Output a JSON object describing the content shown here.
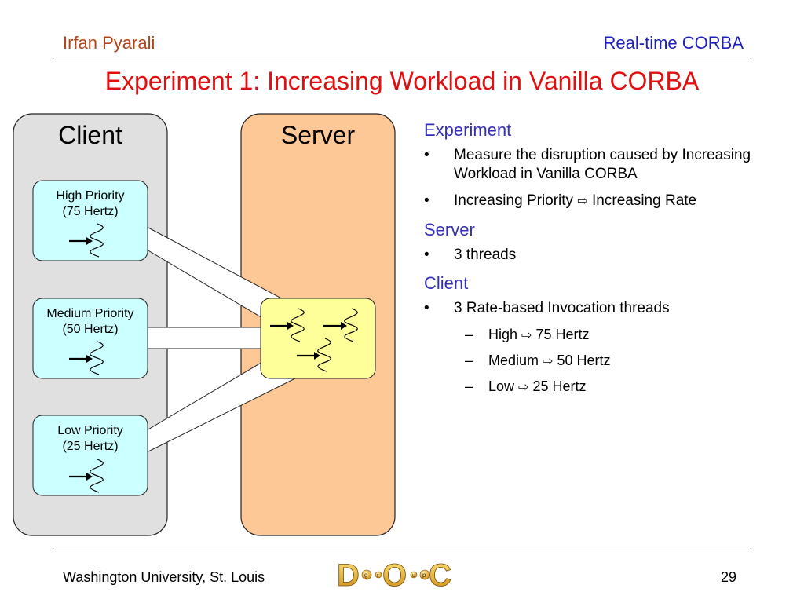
{
  "header": {
    "author": "Irfan Pyarali",
    "topic": "Real-time CORBA"
  },
  "title": "Experiment 1: Increasing Workload in Vanilla CORBA",
  "diagram": {
    "client_label": "Client",
    "server_label": "Server",
    "client_threads": [
      {
        "line1": "High Priority",
        "line2": "(75 Hertz)"
      },
      {
        "line1": "Medium Priority",
        "line2": "(50 Hertz)"
      },
      {
        "line1": "Low Priority",
        "line2": "(25 Hertz)"
      }
    ],
    "colors": {
      "client_panel": "#e0e0e0",
      "server_panel": "#fdc796",
      "thread_box": "#ccffff",
      "server_pool": "#ffff99"
    }
  },
  "sections": [
    {
      "heading": "Experiment",
      "bullets": [
        {
          "text": "Measure the disruption caused by Increasing Workload in Vanilla CORBA"
        },
        {
          "text_a": "Increasing Priority",
          "text_b": "Increasing Rate"
        }
      ]
    },
    {
      "heading": "Server",
      "bullets": [
        {
          "text": "3 threads"
        }
      ]
    },
    {
      "heading": "Client",
      "bullets": [
        {
          "text": "3 Rate-based Invocation threads"
        }
      ],
      "sub_bullets": [
        {
          "label": "High",
          "value": "75 Hertz"
        },
        {
          "label": "Medium",
          "value": "50 Hertz"
        },
        {
          "label": "Low",
          "value": "25 Hertz"
        }
      ]
    }
  ],
  "bullet_mark": "•",
  "sub_mark": "–",
  "arrow_symbol": "⇨",
  "footer": {
    "institution": "Washington University, St. Louis",
    "page_number": "29",
    "logo_letters": {
      "d": "D",
      "g": "g",
      "r": "r",
      "o": "O",
      "u": "u",
      "p": "p",
      "c": "C"
    }
  }
}
